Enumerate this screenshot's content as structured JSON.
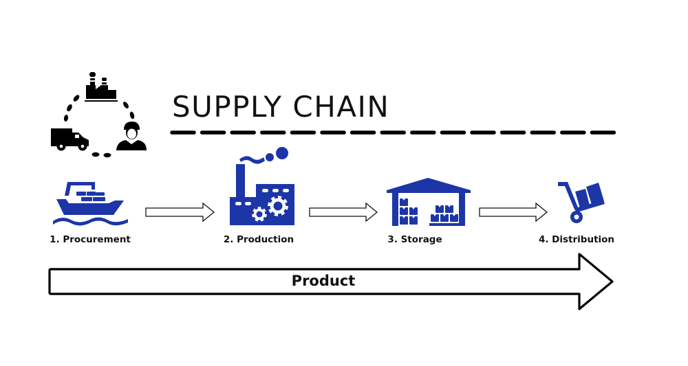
{
  "diagram": {
    "title": "SUPPLY CHAIN",
    "accent_color": "#1c36a8",
    "cycle_icons": [
      "factory-icon",
      "person-icon",
      "truck-icon"
    ],
    "steps": [
      {
        "number": 1,
        "label": "1. Procurement",
        "icon": "cargo-ship-icon"
      },
      {
        "number": 2,
        "label": "2. Production",
        "icon": "factory-gears-icon"
      },
      {
        "number": 3,
        "label": "3. Storage",
        "icon": "warehouse-icon"
      },
      {
        "number": 4,
        "label": "4. Distribution",
        "icon": "hand-truck-icon"
      }
    ],
    "flow_label": "Product"
  }
}
